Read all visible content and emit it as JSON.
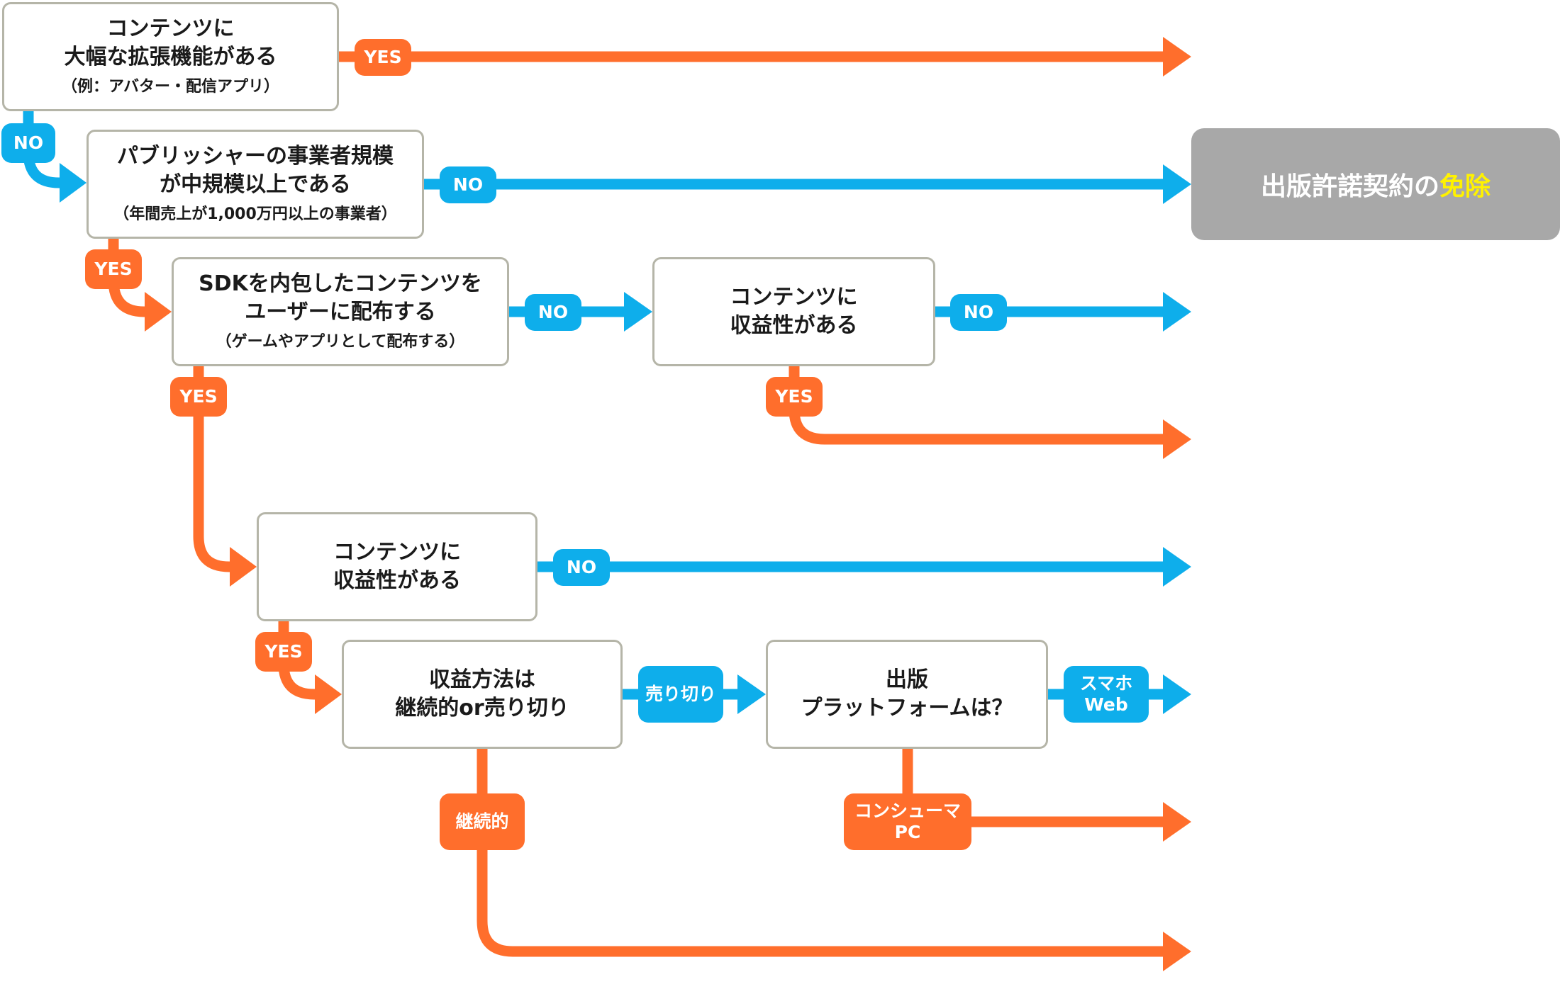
{
  "colors": {
    "yes_orange": "#ff6e2c",
    "no_blue": "#0eaeeb",
    "box_border": "#b5b5a8",
    "result_bg": "#a8a8a8",
    "highlight": "#fff200"
  },
  "nodes": {
    "q1": {
      "line1": "コンテンツに",
      "line2": "大幅な拡張機能がある",
      "sub": "（例：アバター・配信アプリ）"
    },
    "q2": {
      "line1": "パブリッシャーの事業者規模",
      "line2": "が中規模以上である",
      "sub": "（年間売上が1,000万円以上の事業者）"
    },
    "q3": {
      "line1": "SDKを内包したコンテンツを",
      "line2": "ユーザーに配布する",
      "sub": "（ゲームやアプリとして配布する）"
    },
    "q4": {
      "line1": "コンテンツに",
      "line2": "収益性がある"
    },
    "q5": {
      "line1": "コンテンツに",
      "line2": "収益性がある"
    },
    "q6": {
      "line1": "収益方法は",
      "line2": "継続的or売り切り"
    },
    "q7": {
      "line1": "出版",
      "line2": "プラットフォームは？"
    }
  },
  "labels": {
    "yes": "YES",
    "no": "NO",
    "uriкiri": "売り切り",
    "keizoku": "継続的",
    "smartphone_line1": "スマホ",
    "smartphone_line2": "Web",
    "consumer_line1": "コンシューマ",
    "consumer_line2": "PC"
  },
  "result": {
    "text_main": "出版許諾契約の",
    "text_highlight": "免除"
  }
}
